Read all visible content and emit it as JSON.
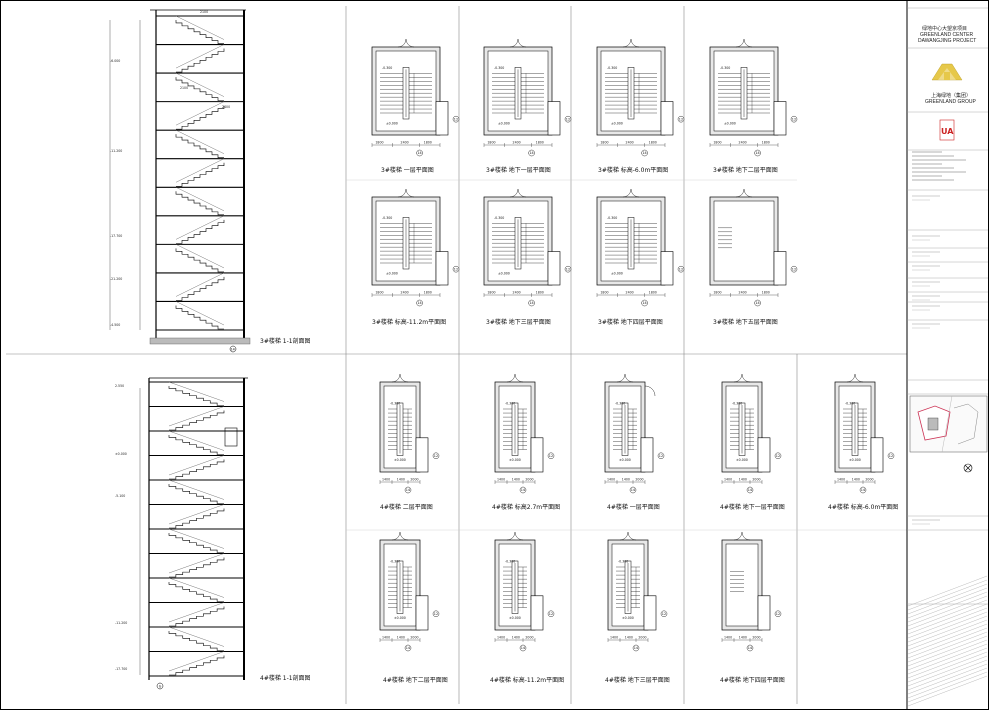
{
  "sheet": {
    "frame_color": "#000000",
    "accent_red": "#cc2222",
    "logo_color": "#e6c84a"
  },
  "title_block": {
    "client_cn": "绿地中心大望京项目",
    "project_en_1": "GREENLAND CENTER",
    "project_en_2": "DAWANGJING PROJECT",
    "group_cn": "上海绿地（集团）",
    "group_en": "GREENLAND GROUP",
    "architect_logo": "UA"
  },
  "top": {
    "section": {
      "caption": "3#楼梯 1-1剖面图"
    },
    "plans": [
      {
        "caption": "3#楼梯 一层平面图"
      },
      {
        "caption": "3#楼梯 地下一层平面图"
      },
      {
        "caption": "3#楼梯 标高-6.0m平面图"
      },
      {
        "caption": "3#楼梯 地下二层平面图"
      },
      {
        "caption": "3#楼梯 标高-11.2m平面图"
      },
      {
        "caption": "3#楼梯 地下三层平面图"
      },
      {
        "caption": "3#楼梯 地下四层平面图"
      },
      {
        "caption": "3#楼梯 地下五层平面图"
      }
    ]
  },
  "bottom": {
    "section": {
      "caption": "4#楼梯 1-1剖面图"
    },
    "plans": [
      {
        "caption": "4#楼梯 二层平面图"
      },
      {
        "caption": "4#楼梯 标高2.7m平面图"
      },
      {
        "caption": "4#楼梯 一层平面图"
      },
      {
        "caption": "4#楼梯 地下一层平面图"
      },
      {
        "caption": "4#楼梯 标高-6.0m平面图"
      },
      {
        "caption": "4#楼梯 地下二层平面图"
      },
      {
        "caption": "4#楼梯 标高-11.2m平面图"
      },
      {
        "caption": "4#楼梯 地下三层平面图"
      },
      {
        "caption": "4#楼梯 地下四层平面图"
      }
    ]
  },
  "dims": {
    "plan_bottom": [
      "1800",
      "2400",
      "1800"
    ],
    "plan_bottom_4": [
      "1400",
      "1400",
      "2000"
    ],
    "plan_levels": [
      "-0.300",
      "±0.000",
      "-5.100"
    ],
    "section_levels": [
      "-6.000",
      "-11.200",
      "-17.700",
      "-21.200",
      "-4.500"
    ],
    "section_levels_4": [
      "2.550",
      "±0.000",
      "-5.100",
      "-11.200",
      "-17.700"
    ],
    "flight_a": "2100",
    "flight_b": "2400",
    "grid_a": "12",
    "grid_b": "14",
    "grid_c": "G"
  }
}
